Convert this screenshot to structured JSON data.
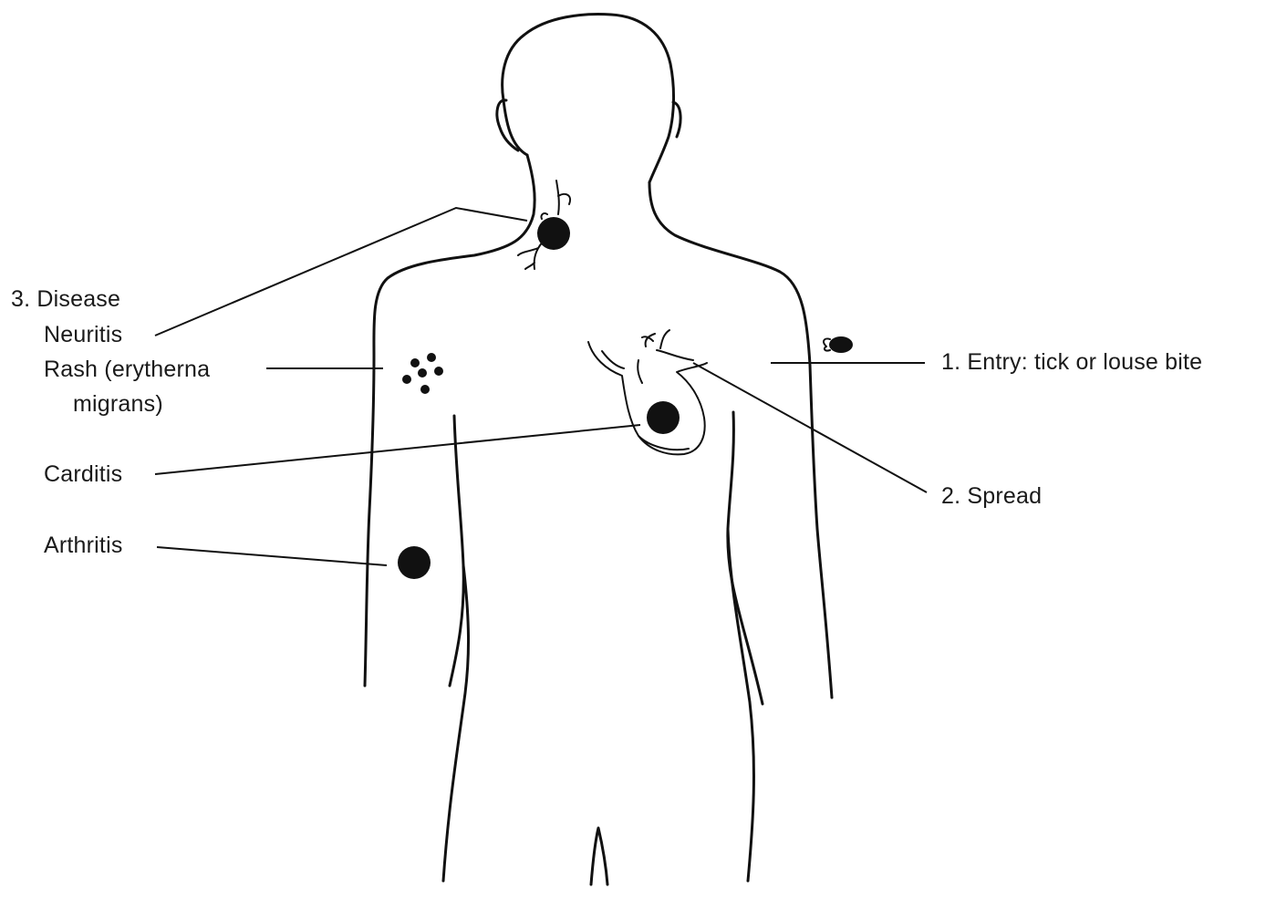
{
  "labels": {
    "disease": "3. Disease",
    "neuritis": "Neuritis",
    "rash_line1": "Rash (erytherna",
    "rash_line2": "migrans)",
    "carditis": "Carditis",
    "arthritis": "Arthritis",
    "entry": "1. Entry: tick or louse bite",
    "spread": "2. Spread"
  }
}
